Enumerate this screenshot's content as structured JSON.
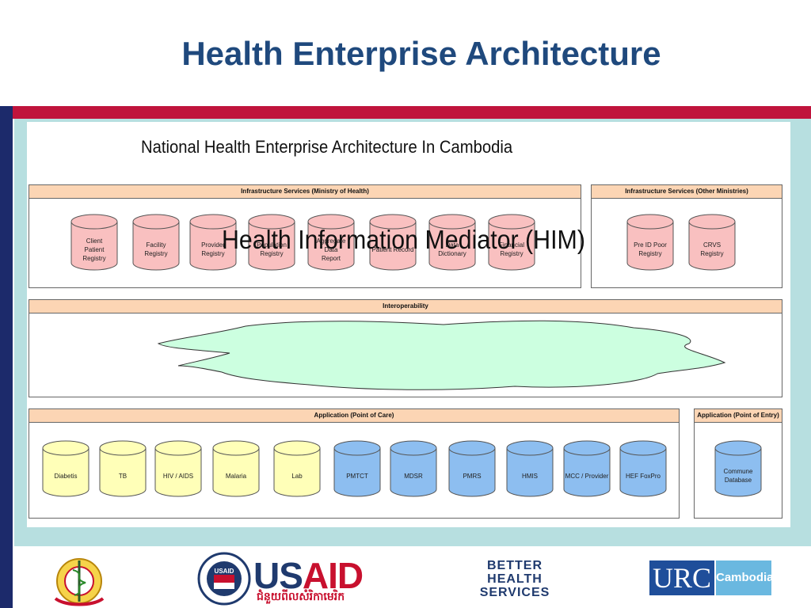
{
  "slide": {
    "title": "Health Enterprise Architecture"
  },
  "diagram": {
    "title": "National Health Enterprise Architecture In Cambodia",
    "infra_moh": {
      "header": "Infrastructure Services (Ministry of Health)",
      "items": [
        "Client\nPatient\nRegistry",
        "Facility\nRegistry",
        "Provider\nRegistry",
        "Population\nRegistry",
        "Aggregate Data\nReport",
        "Patient Record",
        "Data\nDictionary",
        "Financial\nRegistry"
      ]
    },
    "infra_other": {
      "header": "Infrastructure Services (Other Ministries)",
      "items": [
        "Pre ID Poor\nRegistry",
        "CRVS\nRegistry"
      ]
    },
    "interop": {
      "header": "Interoperability",
      "cloud_label": "Health Information Mediator (HIM)"
    },
    "app_poc": {
      "header": "Application (Point of Care)",
      "items_yellow": [
        "Diabetis",
        "TB",
        "HIV / AIDS",
        "Malaria",
        "Lab"
      ],
      "items_blue": [
        "PMTCT",
        "MDSR",
        "PMRS",
        "HMIS",
        "MCC / Provider",
        "HEF FoxPro"
      ]
    },
    "app_poe": {
      "header": "Application (Point of Entry)",
      "items": [
        "Commune\nDatabase"
      ]
    }
  },
  "footer": {
    "usaid_word_1": "US",
    "usaid_word_2": "AID",
    "usaid_sub": "ជំនួយពីលសំរិកាមេរិក",
    "bhs": "BETTER\nHEALTH\nSERVICES",
    "urc": "URC",
    "urc_cambodia": "Cambodia"
  },
  "colors": {
    "title": "#1f497d",
    "red_bar": "#c0143c",
    "navy_bar": "#1c2a6b",
    "panel_header": "#fcd5b4",
    "cylinder_pink": "#f9c0c0",
    "cylinder_yellow": "#ffffb8",
    "cylinder_blue": "#8dbef0",
    "cloud": "#ccffe0"
  }
}
